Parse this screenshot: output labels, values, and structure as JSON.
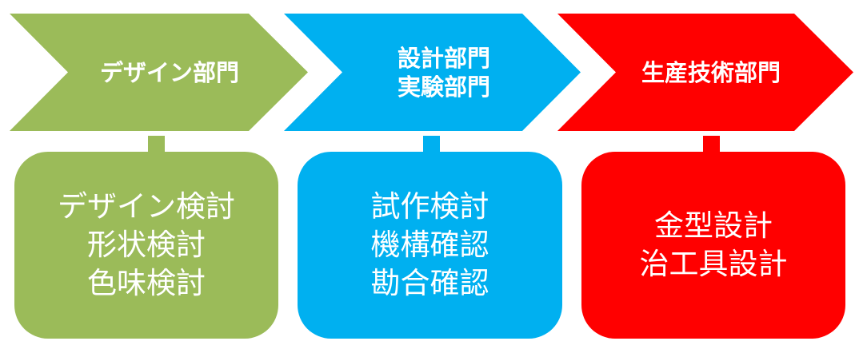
{
  "stages": [
    {
      "color": "#9bbb59",
      "header_lines": [
        "デザイン部門"
      ],
      "task_lines": [
        "デザイン検討",
        "形状検討",
        "色味検討"
      ]
    },
    {
      "color": "#00b0f0",
      "header_lines": [
        "設計部門",
        "実験部門"
      ],
      "task_lines": [
        "試作検討",
        "機構確認",
        "勘合確認"
      ]
    },
    {
      "color": "#ff0000",
      "header_lines": [
        "生産技術部門"
      ],
      "task_lines": [
        "金型設計",
        "治工具設計"
      ]
    }
  ]
}
